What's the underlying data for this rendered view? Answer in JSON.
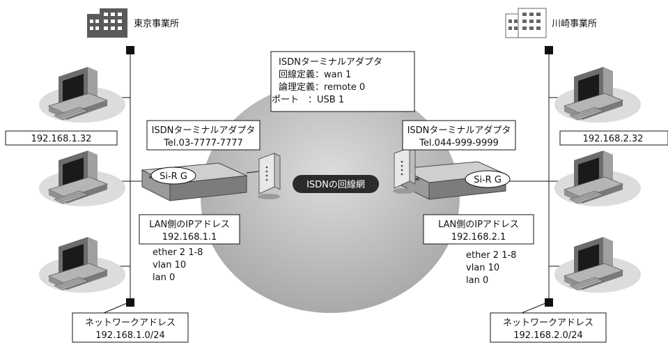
{
  "sites": {
    "tokyo": {
      "name": "東京事業所"
    },
    "kawasaki": {
      "name": "川崎事業所"
    }
  },
  "hosts": {
    "tokyo_host_ip": "192.168.1.32",
    "kawasaki_host_ip": "192.168.2.32"
  },
  "ta_info": {
    "title": "ISDNターミナルアダプタ",
    "line1": "回線定義：wan 1",
    "line2": "論理定義：remote 0",
    "line3": "ポート　：USB 1"
  },
  "tokyo_ta": {
    "title": "ISDNターミナルアダプタ",
    "tel": "Tel.03-7777-7777"
  },
  "kawasaki_ta": {
    "title": "ISDNターミナルアダプタ",
    "tel": "Tel.044-999-9999"
  },
  "routers": {
    "tokyo_label": "Si-R G",
    "kawasaki_label": "Si-R G"
  },
  "network": {
    "label": "ISDNの回線網"
  },
  "tokyo_lan": {
    "title": "LAN側のIPアドレス",
    "ip": "192.168.1.1",
    "config1": "ether 2 1-8",
    "config2": "vlan 10",
    "config3": "lan 0"
  },
  "kawasaki_lan": {
    "title": "LAN側のIPアドレス",
    "ip": "192.168.2.1",
    "config1": "ether 2 1-8",
    "config2": "vlan 10",
    "config3": "lan 0"
  },
  "tokyo_net": {
    "title": "ネットワークアドレス",
    "address": "192.168.1.0/24"
  },
  "kawasaki_net": {
    "title": "ネットワークアドレス",
    "address": "192.168.2.0/24"
  },
  "colors": {
    "cloud": "#bdbdbd",
    "ink": "#111111",
    "pc_body": "#8a8a8a"
  }
}
